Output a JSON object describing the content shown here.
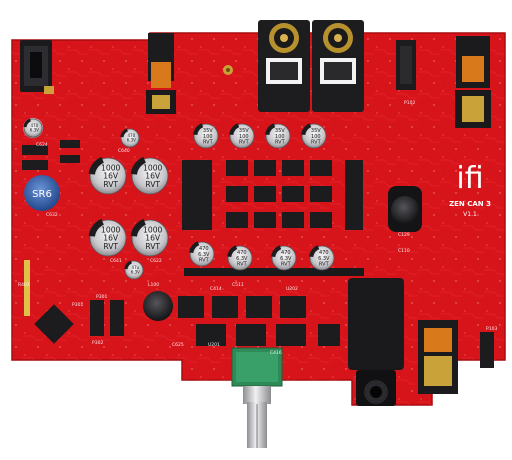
{
  "board": {
    "brand_logo": "ifi",
    "model_name": "ZEN CAN 3",
    "revision": "V1.1",
    "colors": {
      "pcb": "#d8141b",
      "pcb_dark": "#b30d12",
      "trace": "#e8333a",
      "silkscreen": "#ffffff",
      "component_black": "#1c1c1e",
      "component_grey": "#2b2b2e",
      "metal": "#c9c9cc",
      "gold": "#c9a23a",
      "copper": "#c47a2a",
      "inductor_blue": "#2a5aa8",
      "pot_green": "#2e8b57",
      "background": "#ffffff"
    }
  },
  "cap_top_rows": [
    {
      "lines": [
        "35V",
        "100",
        "RVT"
      ]
    },
    {
      "lines": [
        "35V",
        "100",
        "RVT"
      ]
    },
    {
      "lines": [
        "35V",
        "100",
        "RVT"
      ]
    },
    {
      "lines": [
        "35V",
        "100",
        "RVT"
      ]
    }
  ],
  "cap_left_block": [
    {
      "lines": [
        "1000",
        "16V",
        "RVT"
      ]
    },
    {
      "lines": [
        "1000",
        "16V",
        "RVT"
      ]
    },
    {
      "lines": [
        "1000",
        "16V",
        "RVT"
      ]
    },
    {
      "lines": [
        "1000",
        "16V",
        "RVT"
      ]
    }
  ],
  "cap_bottom_rows": [
    {
      "lines": [
        "470",
        "6.3V",
        "RVT"
      ]
    },
    {
      "lines": [
        "470",
        "6.3V",
        "RVT"
      ]
    },
    {
      "lines": [
        "470",
        "6.3V",
        "RVT"
      ]
    },
    {
      "lines": [
        "470",
        "6.3V",
        "RVT"
      ]
    }
  ],
  "cap_small": [
    {
      "lines": [
        "470",
        "6.3V"
      ]
    },
    {
      "lines": [
        "470",
        "6.3V"
      ]
    },
    {
      "lines": [
        "47u",
        "6.3V"
      ]
    }
  ],
  "inductor_label": "SR6",
  "silk_labels": [
    {
      "text": "C640"
    },
    {
      "text": "C641"
    },
    {
      "text": "C624"
    },
    {
      "text": "C632"
    },
    {
      "text": "C129"
    },
    {
      "text": "P102"
    },
    {
      "text": "P103"
    },
    {
      "text": "P301"
    },
    {
      "text": "P302"
    },
    {
      "text": "R402"
    },
    {
      "text": "C414"
    },
    {
      "text": "C511"
    },
    {
      "text": "C416"
    },
    {
      "text": "C622"
    },
    {
      "text": "C625"
    },
    {
      "text": "U201"
    },
    {
      "text": "U202"
    },
    {
      "text": "L100"
    },
    {
      "text": "P301"
    },
    {
      "text": "C110"
    }
  ]
}
